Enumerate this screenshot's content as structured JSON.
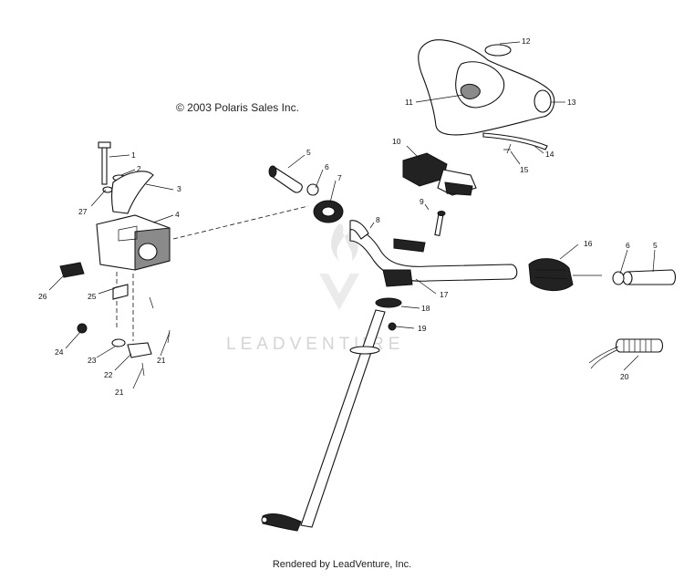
{
  "copyright": "© 2003 Polaris Sales Inc.",
  "footer": "Rendered by LeadVenture, Inc.",
  "watermark": "LEADVENTURE",
  "callouts": [
    {
      "id": "1",
      "label": "1"
    },
    {
      "id": "2",
      "label": "2"
    },
    {
      "id": "3",
      "label": "3"
    },
    {
      "id": "4",
      "label": "4"
    },
    {
      "id": "5a",
      "label": "5"
    },
    {
      "id": "5b",
      "label": "5"
    },
    {
      "id": "6a",
      "label": "6"
    },
    {
      "id": "6b",
      "label": "6"
    },
    {
      "id": "7",
      "label": "7"
    },
    {
      "id": "8",
      "label": "8"
    },
    {
      "id": "9",
      "label": "9"
    },
    {
      "id": "10",
      "label": "10"
    },
    {
      "id": "11",
      "label": "11"
    },
    {
      "id": "12",
      "label": "12"
    },
    {
      "id": "13",
      "label": "13"
    },
    {
      "id": "14",
      "label": "14"
    },
    {
      "id": "15",
      "label": "15"
    },
    {
      "id": "16",
      "label": "16"
    },
    {
      "id": "17",
      "label": "17"
    },
    {
      "id": "18",
      "label": "18"
    },
    {
      "id": "19",
      "label": "19"
    },
    {
      "id": "20",
      "label": "20"
    },
    {
      "id": "21a",
      "label": "21"
    },
    {
      "id": "21b",
      "label": "21"
    },
    {
      "id": "22",
      "label": "22"
    },
    {
      "id": "23",
      "label": "23"
    },
    {
      "id": "24",
      "label": "24"
    },
    {
      "id": "25",
      "label": "25"
    },
    {
      "id": "26",
      "label": "26"
    },
    {
      "id": "27",
      "label": "27"
    }
  ]
}
